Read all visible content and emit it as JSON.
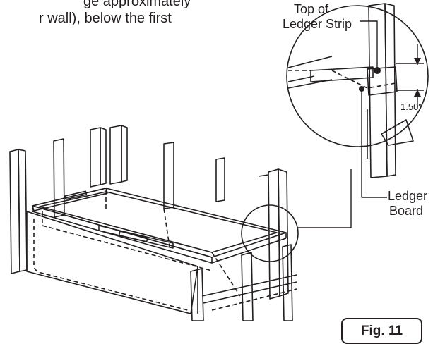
{
  "intro_text": {
    "line1": "ge approximately",
    "line2": "r wall), below the first"
  },
  "callouts": {
    "top_of_ledger_line1": "Top of",
    "top_of_ledger_line2": "Ledger Strip",
    "ledger_board_line1": "Ledger",
    "ledger_board_line2": "Board",
    "dimension": "1.50\""
  },
  "figure_label": "Fig. 11",
  "colors": {
    "ink": "#231f20",
    "background": "#ffffff"
  }
}
